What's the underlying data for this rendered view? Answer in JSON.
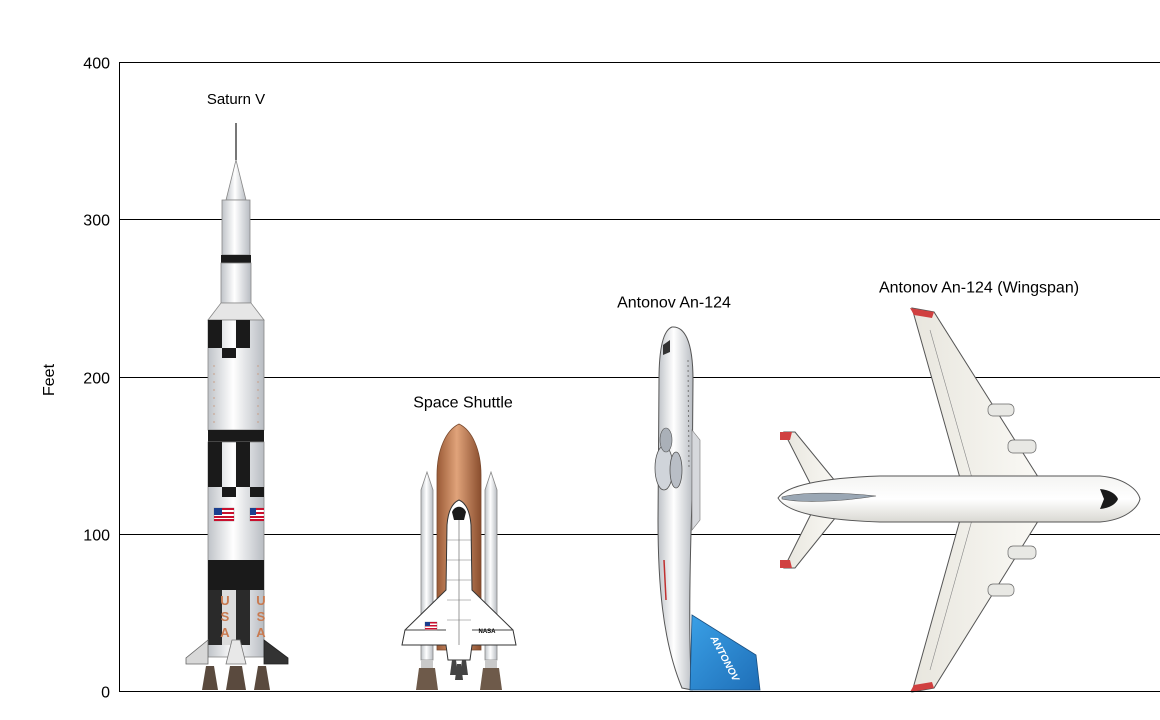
{
  "chart_data": {
    "type": "bar",
    "title": "",
    "xlabel": "",
    "ylabel": "Feet",
    "ylim": [
      0,
      400
    ],
    "yticks": [
      0,
      100,
      200,
      300,
      400
    ],
    "grid": true,
    "categories": [
      "Saturn V",
      "Space Shuttle",
      "Antonov An-124",
      "Antonov An-124 (Wingspan)"
    ],
    "values": [
      363,
      170,
      230,
      242
    ]
  },
  "vehicle_marks": {
    "flag_text": "USA",
    "usa_letters": [
      "U",
      "S",
      "A"
    ],
    "nasa_text": "NASA",
    "tail_text": "ANTONOV"
  }
}
